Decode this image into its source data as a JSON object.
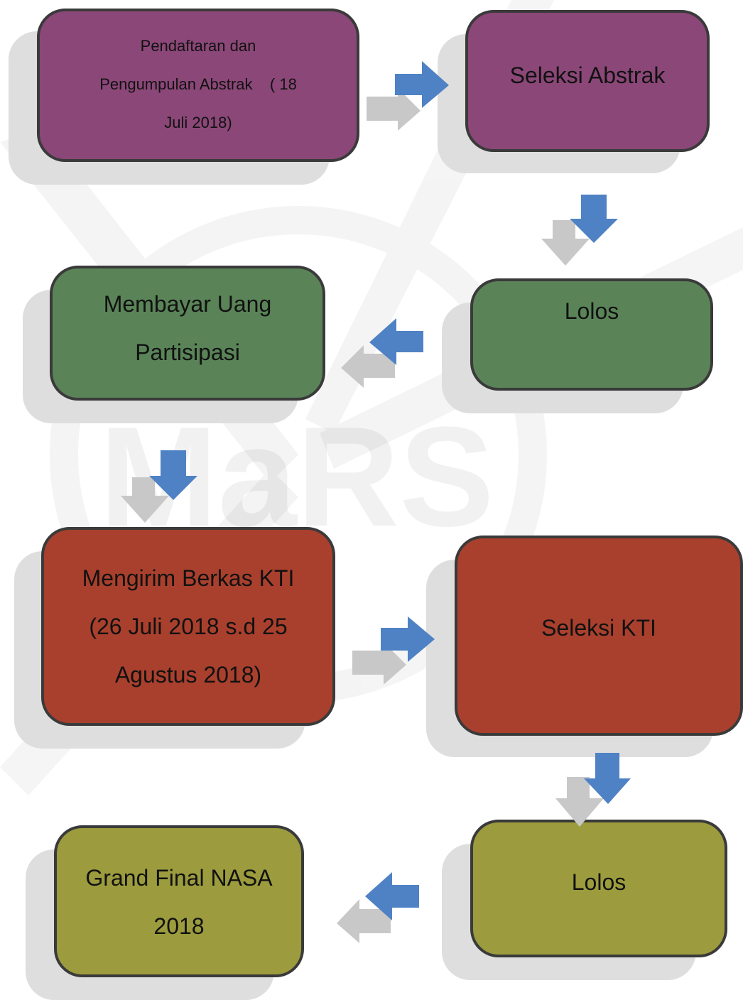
{
  "colors": {
    "purple": "#8b4778",
    "green": "#5a8458",
    "red": "#a9402d",
    "olive": "#9c9c3e",
    "arrow_blue": "#4f82c4",
    "arrow_gray": "#c8c8c8"
  },
  "watermark": {
    "text": "MaRS"
  },
  "steps": [
    {
      "id": "pendaftaran",
      "lines": [
        "Pendaftaran dan",
        "Pengumpulan Abstrak    ( 18",
        "Juli 2018)"
      ]
    },
    {
      "id": "seleksi-abstrak",
      "lines": [
        "Seleksi Abstrak"
      ]
    },
    {
      "id": "lolos-1",
      "lines": [
        "Lolos"
      ]
    },
    {
      "id": "membayar",
      "lines": [
        "Membayar Uang",
        "Partisipasi"
      ]
    },
    {
      "id": "mengirim",
      "lines": [
        "Mengirim Berkas KTI",
        "(26 Juli 2018 s.d 25",
        "Agustus 2018)"
      ]
    },
    {
      "id": "seleksi-kti",
      "lines": [
        "Seleksi KTI"
      ]
    },
    {
      "id": "lolos-2",
      "lines": [
        "Lolos"
      ]
    },
    {
      "id": "grand-final",
      "lines": [
        "Grand Final NASA",
        "2018"
      ]
    }
  ],
  "arrows": [
    {
      "from": "pendaftaran",
      "to": "seleksi-abstrak",
      "direction": "right"
    },
    {
      "from": "seleksi-abstrak",
      "to": "lolos-1",
      "direction": "down"
    },
    {
      "from": "lolos-1",
      "to": "membayar",
      "direction": "left"
    },
    {
      "from": "membayar",
      "to": "mengirim",
      "direction": "down"
    },
    {
      "from": "mengirim",
      "to": "seleksi-kti",
      "direction": "right"
    },
    {
      "from": "seleksi-kti",
      "to": "lolos-2",
      "direction": "down"
    },
    {
      "from": "lolos-2",
      "to": "grand-final",
      "direction": "left"
    }
  ]
}
